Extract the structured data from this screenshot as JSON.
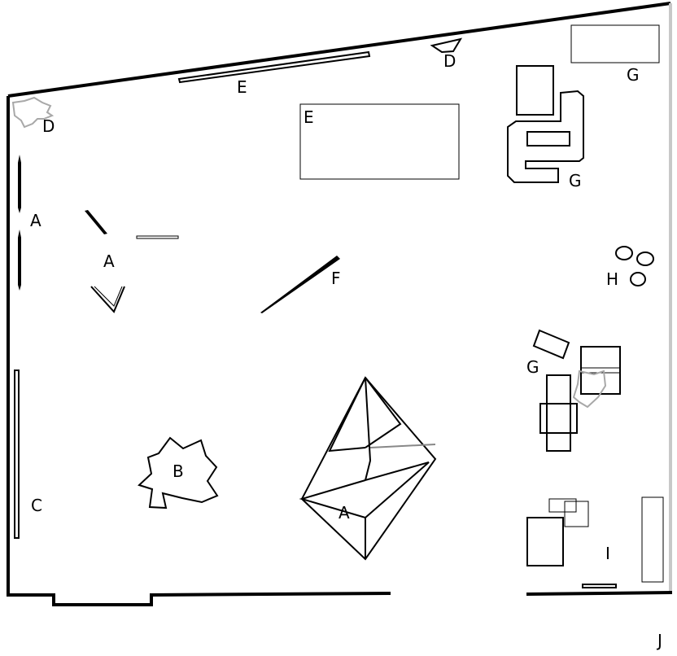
{
  "labels": {
    "a_left_wall": "A",
    "a_small_group": "A",
    "a_diamond": "A",
    "b": "B",
    "c": "C",
    "d_corner": "D",
    "d_top": "D",
    "e_wall": "E",
    "e_box": "E",
    "f": "F",
    "g_top_right": "G",
    "g_desk": "G",
    "g_lower": "G",
    "h": "H",
    "i": "I",
    "j": "J"
  }
}
